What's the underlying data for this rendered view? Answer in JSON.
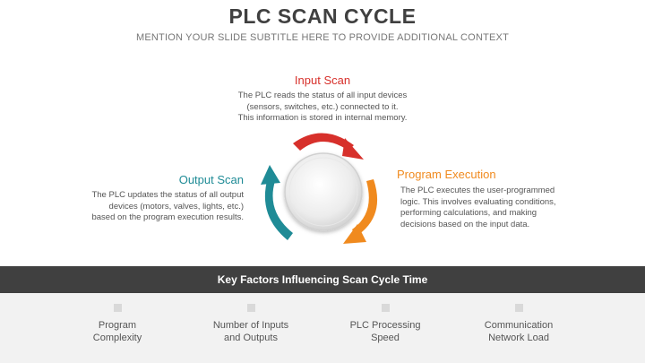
{
  "title": "PLC SCAN CYCLE",
  "subtitle": "MENTION YOUR SLIDE SUBTITLE HERE TO PROVIDE ADDITIONAL CONTEXT",
  "steps": {
    "input": {
      "title": "Input Scan",
      "lines": [
        "The PLC reads the status of all input devices",
        "(sensors, switches, etc.) connected to it.",
        "This information is stored in internal memory."
      ]
    },
    "program": {
      "title": "Program Execution",
      "lines": [
        "The PLC executes the user-programmed",
        "logic. This involves evaluating conditions,",
        "performing calculations, and making",
        "decisions based on the input data."
      ]
    },
    "output": {
      "title": "Output Scan",
      "lines": [
        "The PLC updates the status of all output",
        "devices (motors, valves, lights, etc.)",
        "based on the program execution results."
      ]
    }
  },
  "factors_heading": "Key Factors Influencing Scan Cycle Time",
  "factors": [
    {
      "line1": "Program",
      "line2": "Complexity"
    },
    {
      "line1": "Number of Inputs",
      "line2": "and Outputs"
    },
    {
      "line1": "PLC Processing",
      "line2": "Speed"
    },
    {
      "line1": "Communication",
      "line2": "Network Load"
    }
  ],
  "colors": {
    "input": "#d7302b",
    "program": "#f08a1e",
    "output": "#1f8b96",
    "dark": "#404040"
  }
}
